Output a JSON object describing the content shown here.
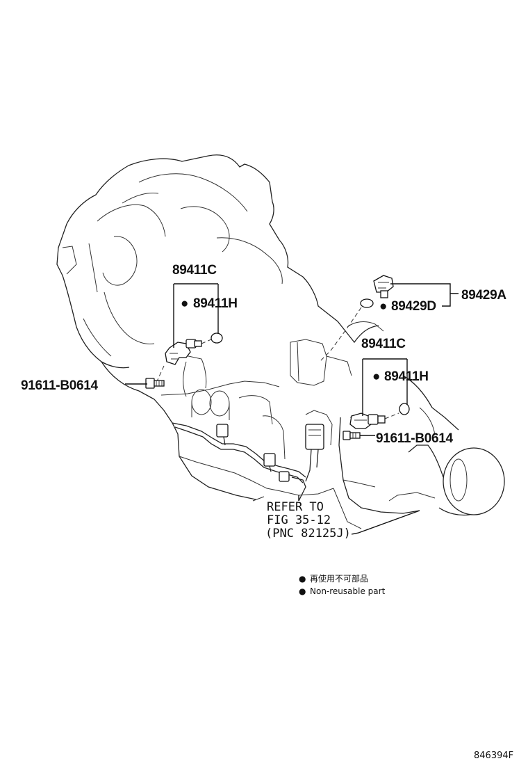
{
  "callouts": {
    "sensor_upper_group": "89411C",
    "sensor_upper_oring": "89411H",
    "bolt_left": "91611-B0614",
    "switch_group": "89429A",
    "switch_gasket": "89429D",
    "sensor_lower_group": "89411C",
    "sensor_lower_oring": "89411H",
    "bolt_right": "91611-B0614"
  },
  "refer_note": {
    "line1": "REFER TO",
    "line2": "FIG 35-12",
    "line3": "(PNC 82125J)"
  },
  "legend": {
    "marker": "●",
    "japanese": "再使用不可部品",
    "english": "Non-reusable part"
  },
  "figure_number": "846394F",
  "non_reusable_marker": "●"
}
